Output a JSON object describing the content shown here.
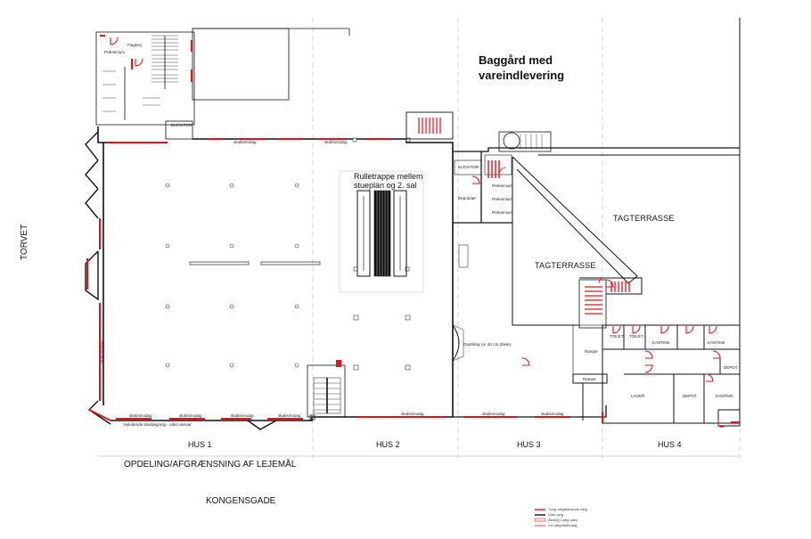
{
  "title_line1": "Baggård med",
  "title_line2": "vareindlevering",
  "street_left": "TORVET",
  "street_bottom": "KONGENSGADE",
  "division_label": "OPDELING/AFGRÆNSNING AF LEJEMÅL",
  "sections": [
    "HUS 1",
    "HUS 2",
    "HUS  3",
    "HUS  4"
  ],
  "escalator_note_line1": "Rulletrappe mellem",
  "escalator_note_line2": "stueplan og 2. sal",
  "terrace_1": "TAGTERRASSE",
  "terrace_2": "TAGTERRASSE",
  "room_labels": {
    "flugtvej": "Flugtvej",
    "praesenium_top": "Præsenium",
    "elevator_1": "ELEVATOR",
    "elevator_2": "ELEVATOR",
    "praesenium_a": "Præsenium",
    "praesenium_b": "Præsenium",
    "praesenium_c": "Præsenium",
    "depot_small": "Depot/dør",
    "toilet_1": "TOILET",
    "toilet_2": "TOILET",
    "kantine_1": "KANTINE",
    "kantine_2": "KANTINE",
    "depot_1": "DEPOT",
    "depot_2": "DEPOT",
    "kontor": "KONTOR",
    "lager": "LAGER",
    "rampe": "Rampe",
    "rampe_note": "Rampe",
    "planning_note": "Vejledende planlægning - uden ansvar",
    "curved_note": "Opstilling ca. 60 cm (tavle)"
  },
  "window_notes": [
    "skabsmodag",
    "skabsmodag",
    "skabsmodag",
    "skabsmodag",
    "skabsmodag",
    "skabsmodag",
    "skabsmodag",
    "skabsmodag",
    "skabsmodag",
    "skabsmodag"
  ],
  "legend": [
    "Tung væg/bærende væg",
    "Glas væg",
    "Åbning i væg uden",
    "Let væg/skillevæg"
  ],
  "colors": {
    "wall": "#111111",
    "accent": "#e0141e",
    "light": "#888888"
  }
}
